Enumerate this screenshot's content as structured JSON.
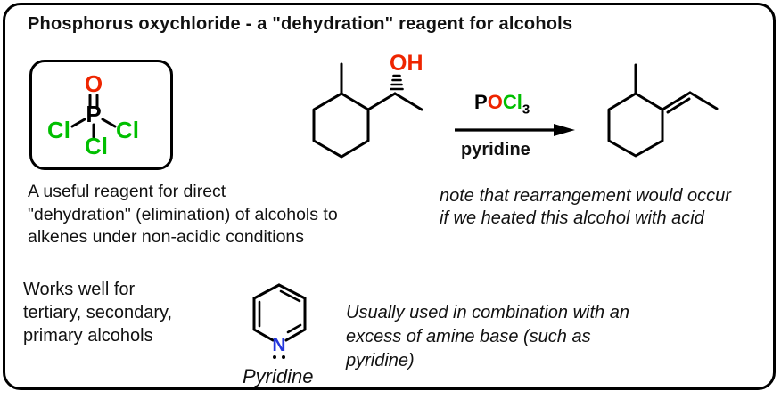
{
  "palette": {
    "red": "#ee2500",
    "green": "#00bf00",
    "blue": "#2336dd",
    "black": "#000000"
  },
  "header": {
    "title": "Phosphorus oxychloride - a \"dehydration\" reagent for alcohols"
  },
  "reagent_box": {
    "o": "O",
    "p": "P",
    "cl_left": "Cl",
    "cl_right": "Cl",
    "cl_bottom": "Cl"
  },
  "scheme": {
    "alcohol": {
      "oh": "OH"
    },
    "arrow": {
      "reagent": {
        "p": "P",
        "o": "O",
        "cl": "Cl",
        "sub": "3"
      },
      "solvent": "pyridine"
    }
  },
  "notes": {
    "useful": [
      "A useful reagent for direct",
      "\"dehydration\" (elimination) of alcohols to",
      "alkenes under non-acidic conditions"
    ],
    "rearrangement": [
      "note that rearrangement would occur",
      "if we heated this alcohol with acid"
    ],
    "works_well": [
      "Works well for",
      "tertiary, secondary,",
      "primary alcohols"
    ],
    "amine": [
      "Usually used in combination with an",
      "excess of amine base (such as",
      "pyridine)"
    ]
  },
  "pyridine": {
    "n": "N",
    "label": "Pyridine"
  }
}
